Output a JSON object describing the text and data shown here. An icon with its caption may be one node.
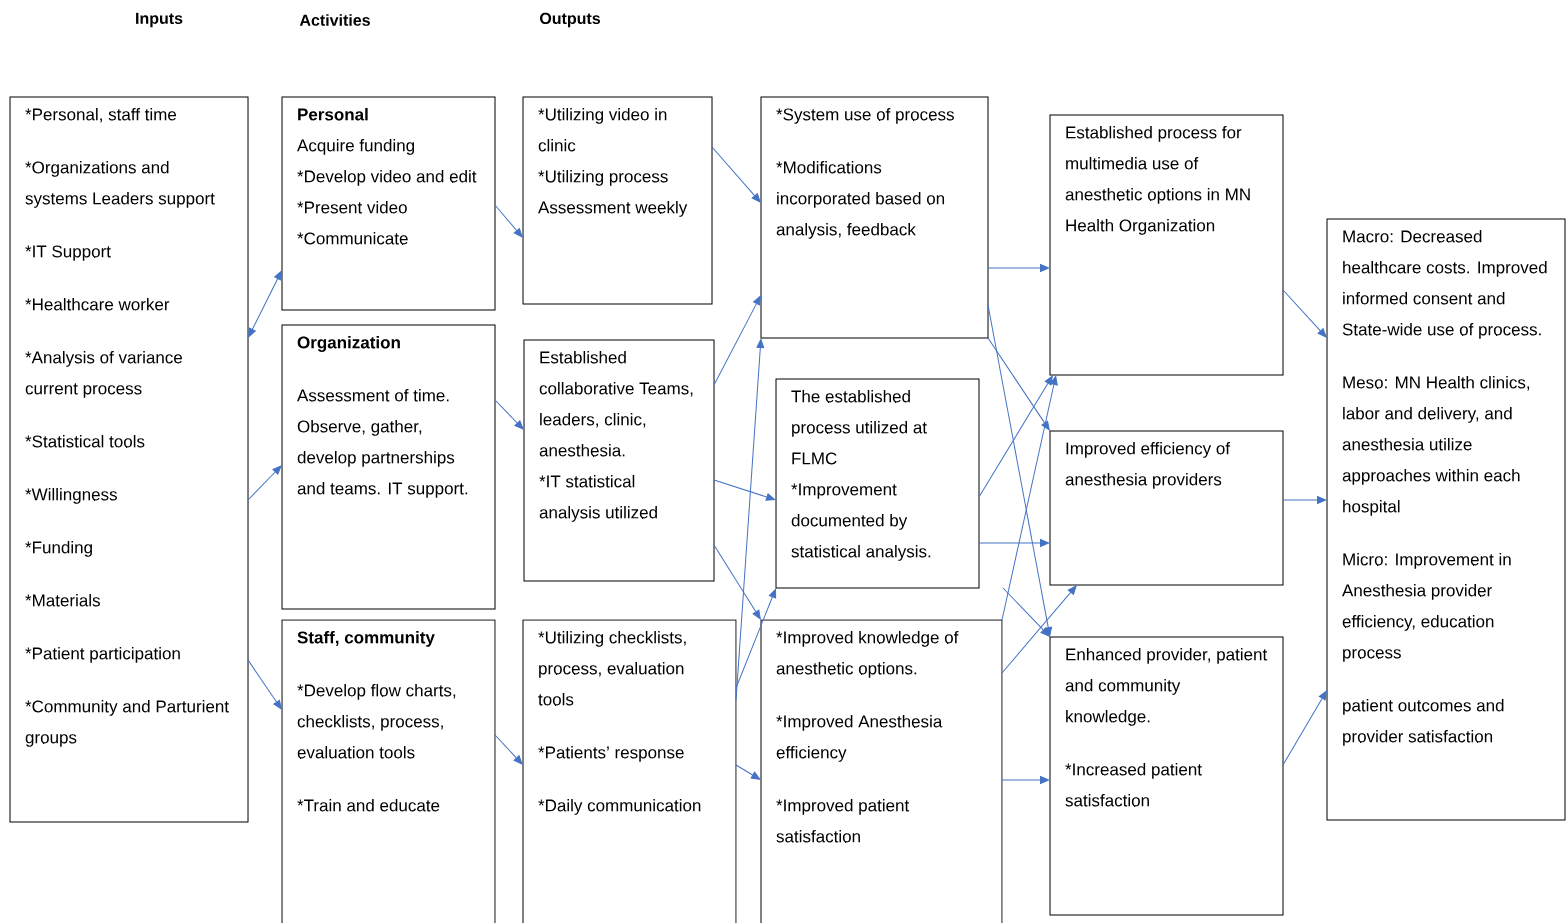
{
  "diagram": {
    "nodes": [
      {
        "text": [
          "*Personal, staff time",
          "*Organizations and systems Leaders support",
          "*IT Support",
          "*Healthcare worker",
          "*Analysis of variance current process",
          "*Statistical tools",
          "*Willingness",
          "*Funding",
          "*Materials",
          "*Patient participation",
          "*Community and Parturient groups"
        ]
      },
      {
        "text": [
          "Personal",
          "Acquire funding",
          "*Develop video and edit",
          "*Present video",
          "*Communicate"
        ]
      },
      {
        "text": [
          "Organization",
          "Assessment of time. Observe, gather, develop partnerships and teams. IT support."
        ]
      },
      {
        "text": [
          "Staff, community",
          "*Develop flow charts, checklists, process, evaluation tools",
          "*Train and educate"
        ]
      },
      {
        "text": [
          "*Utilizing video in clinic",
          "*Utilizing process Assessment weekly"
        ]
      },
      {
        "text": [
          "Established collaborative Teams, leaders, clinic, anesthesia.",
          "*IT statistical analysis utilized"
        ]
      },
      {
        "text": [
          "*Utilizing checklists, process, evaluation tools",
          "*Patients’ response",
          "*Daily communication"
        ]
      },
      {
        "text": [
          "*System use of process",
          "*Modifications incorporated based on analysis, feedback"
        ]
      },
      {
        "text": [
          "The established process utilized at FLMC",
          "*Improvement documented by statistical analysis."
        ]
      },
      {
        "text": [
          "*Improved knowledge of anesthetic options.",
          "*Improved Anesthesia efficiency",
          "*Improved patient satisfaction"
        ]
      },
      {
        "text": [
          "Established process for multimedia use of anesthetic options in MN Health Organization"
        ]
      },
      {
        "text": [
          "Improved efficiency of anesthesia providers"
        ]
      },
      {
        "text": [
          "Enhanced provider, patient and community knowledge.",
          "*Increased patient satisfaction"
        ]
      },
      {
        "text": [
          "Macro: Decreased healthcare costs. Improved informed consent and State-wide use of process.",
          "Meso: MN Health clinics, labor and delivery, and anesthesia utilize approaches within each hospital",
          "Micro: Improvement in Anesthesia provider efficiency, education process",
          "patient outcomes and provider satisfaction"
        ]
      }
    ],
    "edges": [
      {
        "from": 0,
        "to": 1,
        "arrow": "both"
      },
      {
        "from": 0,
        "to": 2,
        "arrow": "to"
      },
      {
        "from": 0,
        "to": 3,
        "arrow": "to"
      },
      {
        "from": 1,
        "to": 4,
        "arrow": "to"
      },
      {
        "from": 2,
        "to": 5,
        "arrow": "to"
      },
      {
        "from": 3,
        "to": 6,
        "arrow": "to"
      },
      {
        "from": 4,
        "to": 7,
        "arrow": "to"
      },
      {
        "from": 5,
        "to": 7,
        "arrow": "to"
      },
      {
        "from": 5,
        "to": 8,
        "arrow": "to"
      },
      {
        "from": 5,
        "to": 9,
        "arrow": "to"
      },
      {
        "from": 6,
        "to": 7,
        "arrow": "to"
      },
      {
        "from": 6,
        "to": 8,
        "arrow": "to"
      },
      {
        "from": 6,
        "to": 9,
        "arrow": "to"
      },
      {
        "from": 7,
        "to": 10,
        "arrow": "to"
      },
      {
        "from": 7,
        "to": 11,
        "arrow": "to"
      },
      {
        "from": 7,
        "to": 12,
        "arrow": "to"
      },
      {
        "from": 8,
        "to": 10,
        "arrow": "to"
      },
      {
        "from": 8,
        "to": 11,
        "arrow": "to"
      },
      {
        "from": 8,
        "to": 12,
        "arrow": "to"
      },
      {
        "from": 9,
        "to": 10,
        "arrow": "to"
      },
      {
        "from": 9,
        "to": 11,
        "arrow": "to"
      },
      {
        "from": 9,
        "to": 12,
        "arrow": "to"
      },
      {
        "from": 10,
        "to": 13,
        "arrow": "to"
      },
      {
        "from": 11,
        "to": 13,
        "arrow": "to"
      },
      {
        "from": 12,
        "to": 13,
        "arrow": "to"
      }
    ],
    "labels": [
      "Inputs",
      "Activities",
      "Outputs"
    ]
  }
}
